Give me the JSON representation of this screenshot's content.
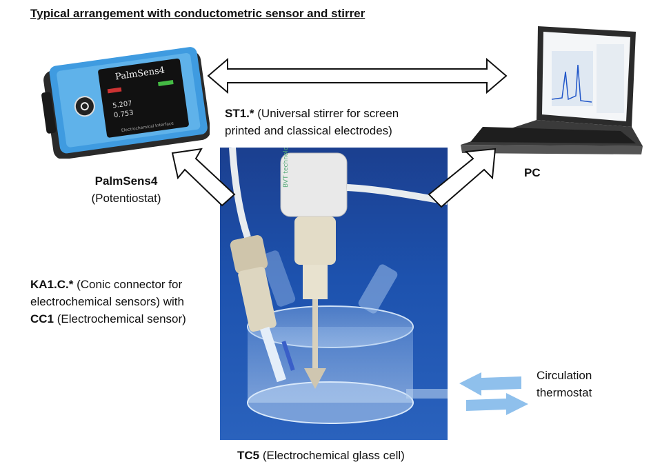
{
  "title": "Typical arrangement with conductometric sensor and stirrer",
  "device": {
    "screen_brand": "PalmSens4",
    "screen_footer": "Electrochemical Interface",
    "readout_1": "5.207",
    "readout_2": "0.753",
    "label_name": "PalmSens4",
    "label_desc": "(Potentiostat)"
  },
  "pc": {
    "label": "PC"
  },
  "stirrer": {
    "code": "ST1.*",
    "desc_line1": " (Universal stirrer for screen",
    "desc_line2": "printed and classical electrodes)",
    "brand": "BVT technologies"
  },
  "sensor": {
    "code1": "KA1.C.*",
    "desc1": " (Conic connector for",
    "desc2": "electrochemical sensors) with",
    "code2": "CC1",
    "desc3": " (Electrochemical sensor)"
  },
  "cell": {
    "code": "TC5",
    "desc": " (Electrochemical glass cell)"
  },
  "thermostat": {
    "line1": "Circulation",
    "line2": "thermostat"
  },
  "colors": {
    "photo_background": "#1d52ae",
    "device_panel": "#3f9be0",
    "thermostat_arrow": "#8fc0ec"
  }
}
